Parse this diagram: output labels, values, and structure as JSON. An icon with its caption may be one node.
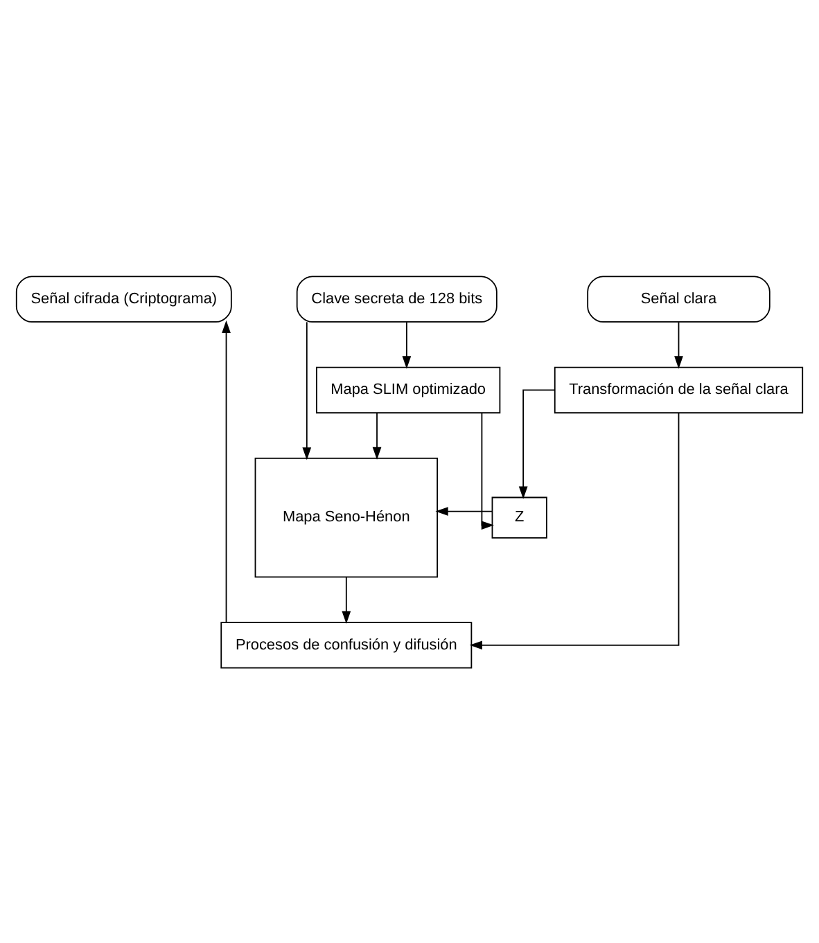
{
  "diagram": {
    "nodes": [
      {
        "text": [
          "Señal clara"
        ]
      },
      {
        "text": [
          "Transformación de la señal clara"
        ]
      },
      {
        "text": [
          "Señal cifrada (Criptograma)"
        ]
      },
      {
        "text": [
          "Procesos de confusión y difusión"
        ]
      },
      {
        "text": [
          "Z"
        ]
      },
      {
        "text": [
          "Mapa Seno-Hénon"
        ]
      },
      {
        "text": [
          "Mapa SLIM optimizado"
        ]
      },
      {
        "text": [
          "Clave secreta de 128 bits"
        ]
      }
    ],
    "edges": [
      {
        "from": 0,
        "to": 1,
        "arrow": "to"
      },
      {
        "from": 1,
        "to": 3,
        "arrow": "to"
      },
      {
        "from": 1,
        "to": 4,
        "arrow": "to"
      },
      {
        "from": 4,
        "to": 5,
        "arrow": "to"
      },
      {
        "from": 6,
        "to": 4,
        "arrow": "to"
      },
      {
        "from": 6,
        "to": 5,
        "arrow": "to"
      },
      {
        "from": 5,
        "to": 3,
        "arrow": "to"
      },
      {
        "from": 3,
        "to": 2,
        "arrow": "to"
      },
      {
        "from": 7,
        "to": 5,
        "arrow": "to"
      },
      {
        "from": 7,
        "to": 6,
        "arrow": "to"
      }
    ]
  }
}
